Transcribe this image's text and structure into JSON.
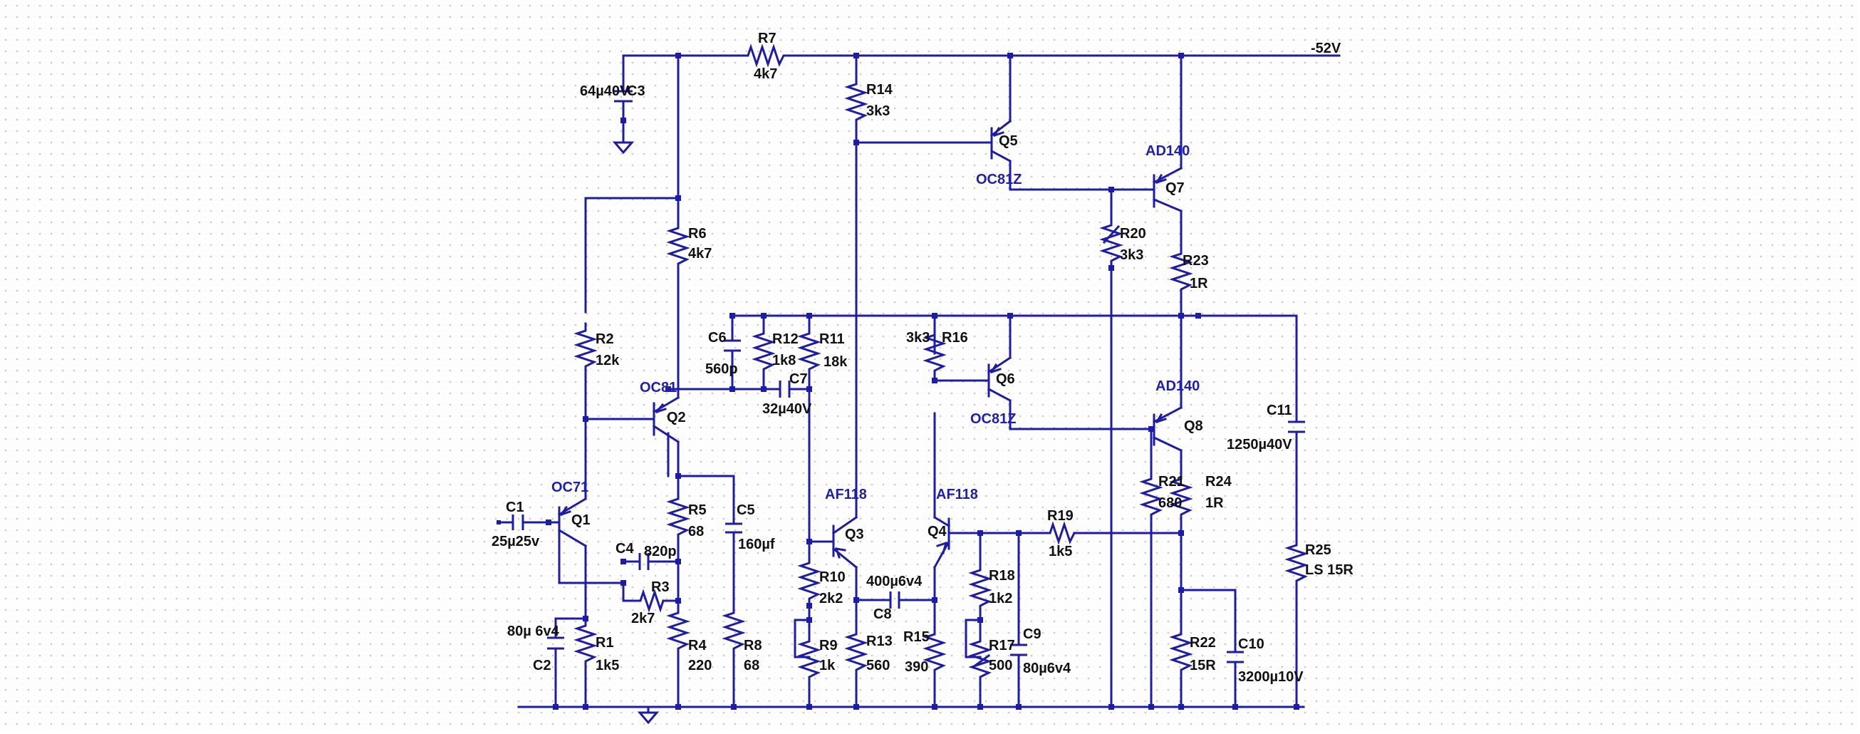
{
  "supply": {
    "label": "-52V"
  },
  "resistors": {
    "r1": {
      "name": "R1",
      "value": "1k5"
    },
    "r2": {
      "name": "R2",
      "value": "12k"
    },
    "r3": {
      "name": "R3",
      "value": "2k7"
    },
    "r4": {
      "name": "R4",
      "value": "220"
    },
    "r5": {
      "name": "R5",
      "value": "68"
    },
    "r6": {
      "name": "R6",
      "value": "4k7"
    },
    "r7": {
      "name": "R7",
      "value": "4k7"
    },
    "r8": {
      "name": "R8",
      "value": "68"
    },
    "r9": {
      "name": "R9",
      "value": "1k"
    },
    "r10": {
      "name": "R10",
      "value": "2k2"
    },
    "r11": {
      "name": "R11",
      "value": "18k"
    },
    "r12": {
      "name": "R12",
      "value": "1k8"
    },
    "r13": {
      "name": "R13",
      "value": "560"
    },
    "r14": {
      "name": "R14",
      "value": "3k3"
    },
    "r15": {
      "name": "R15",
      "value": "390"
    },
    "r16": {
      "name": "R16",
      "value": "3k3"
    },
    "r17": {
      "name": "R17",
      "value": "500"
    },
    "r18": {
      "name": "R18",
      "value": "1k2"
    },
    "r19": {
      "name": "R19",
      "value": "1k5"
    },
    "r20": {
      "name": "R20",
      "value": "3k3"
    },
    "r21": {
      "name": "R21",
      "value": "680"
    },
    "r22": {
      "name": "R22",
      "value": "15R"
    },
    "r23": {
      "name": "R23",
      "value": "1R"
    },
    "r24": {
      "name": "R24",
      "value": "1R"
    },
    "r25": {
      "name": "R25",
      "value": "LS 15R"
    }
  },
  "capacitors": {
    "c1": {
      "name": "C1",
      "value": "25µ25v"
    },
    "c2": {
      "name": "C2",
      "value": "80µ 6v4"
    },
    "c3": {
      "name": "C3",
      "value": "64µ40V"
    },
    "c4": {
      "name": "C4",
      "value": "820p"
    },
    "c5": {
      "name": "C5",
      "value": "160µf"
    },
    "c6": {
      "name": "C6",
      "value": "560p"
    },
    "c7": {
      "name": "C7",
      "value": "32µ40V"
    },
    "c8": {
      "name": "C8",
      "value": "400µ6v4"
    },
    "c9": {
      "name": "C9",
      "value": "80µ6v4"
    },
    "c10": {
      "name": "C10",
      "value": "3200µ10V"
    },
    "c11": {
      "name": "C11",
      "value": "1250µ40V"
    }
  },
  "transistors": {
    "q1": {
      "name": "Q1",
      "type": "OC71"
    },
    "q2": {
      "name": "Q2",
      "type": "OC81"
    },
    "q3": {
      "name": "Q3",
      "type": "AF118"
    },
    "q4": {
      "name": "Q4",
      "type": "AF118"
    },
    "q5": {
      "name": "Q5",
      "type": "OC81Z"
    },
    "q6": {
      "name": "Q6",
      "type": "OC81Z"
    },
    "q7": {
      "name": "Q7",
      "type": "AD140"
    },
    "q8": {
      "name": "Q8",
      "type": "AD140"
    }
  },
  "colors": {
    "wire": "#1c1ca8",
    "label": "#111111",
    "part_type": "#1f1fae",
    "grid_dot": "#c4c4c4",
    "background": "#ffffff"
  }
}
